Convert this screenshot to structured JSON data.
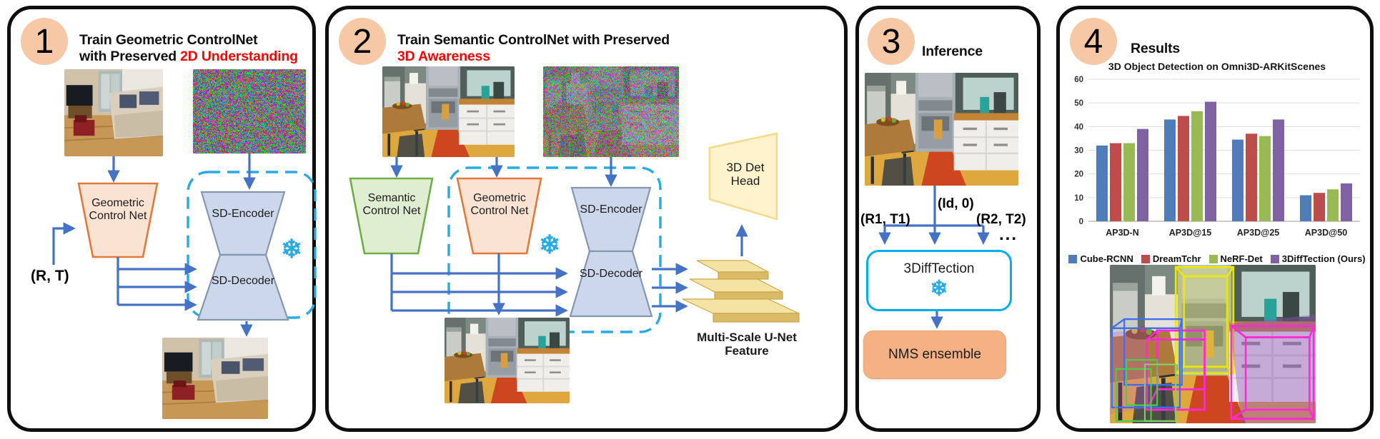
{
  "icons": {
    "snowflake": "❄",
    "ellipsis": "..."
  },
  "colors": {
    "badge_peach": "#F6C8A6",
    "highlight_red": "#FF0000",
    "arrow_blue": "#4472C4",
    "frozen_cyan": "#29ABE2",
    "model_box_cyan": "#00AEEF",
    "nms_orange": "#F5B183"
  },
  "panel1": {
    "badge": "1",
    "title_line1": "Train Geometric ControlNet",
    "title_line2": "with Preserved ",
    "title_highlight": "2D Understanding",
    "rt_label": "(R, T)",
    "geo_net_label": "Geometric Control Net",
    "sd_encoder_label": "SD-Encoder",
    "sd_decoder_label": "SD-Decoder"
  },
  "panel2": {
    "badge": "2",
    "title_line1": "Train Semantic ControlNet with Preserved",
    "title_line2": "",
    "title_highlight": "3D Awareness",
    "semantic_net_label": "Semantic Control Net",
    "geo_net_label": "Geometric Control Net",
    "sd_encoder_label": "SD-Encoder",
    "sd_decoder_label": "SD-Decoder",
    "det_head_label": "3D Det Head",
    "multiscale_label": "Multi-Scale U-Net Feature"
  },
  "panel3": {
    "badge": "3",
    "title": "Inference",
    "branch_left": "(R1, T1)",
    "branch_center": "(Id, 0)",
    "branch_right": "(R2, T2)",
    "model_label": "3DiffTection",
    "nms_label": "NMS ensemble"
  },
  "panel4": {
    "badge": "4",
    "title": "Results"
  },
  "chart_data": {
    "type": "bar",
    "title": "3D Object Detection on Omni3D-ARKitScenes",
    "categories": [
      "AP3D-N",
      "AP3D@15",
      "AP3D@25",
      "AP3D@50"
    ],
    "series": [
      {
        "name": "Cube-RCNN",
        "color": "#507CB8",
        "values": [
          32,
          43,
          34.5,
          11
        ]
      },
      {
        "name": "DreamTchr",
        "color": "#BE4C4A",
        "values": [
          33,
          44.5,
          37,
          12
        ]
      },
      {
        "name": "NeRF-Det",
        "color": "#98B954",
        "values": [
          33,
          46.5,
          36,
          13.5
        ]
      },
      {
        "name": "3DiffTection (Ours)",
        "color": "#7E62A1",
        "values": [
          39,
          50.5,
          43,
          16
        ]
      }
    ],
    "ylim": [
      0,
      60
    ],
    "yticks": [
      0,
      10,
      20,
      30,
      40,
      50,
      60
    ],
    "grid": true,
    "legend_position": "bottom"
  }
}
